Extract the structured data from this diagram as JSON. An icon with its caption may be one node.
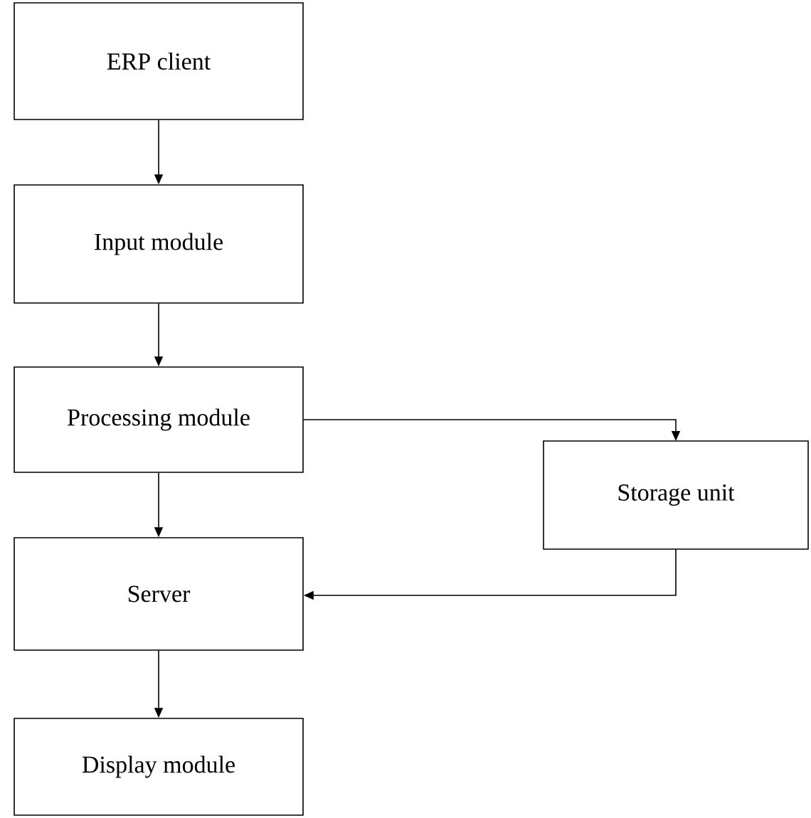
{
  "diagram": {
    "nodes": [
      {
        "text": [
          "ERP client"
        ]
      },
      {
        "text": [
          "Input module"
        ]
      },
      {
        "text": [
          "Processing module"
        ]
      },
      {
        "text": [
          "Storage unit"
        ]
      },
      {
        "text": [
          "Server"
        ]
      },
      {
        "text": [
          "Display module"
        ]
      }
    ],
    "edges": [
      {
        "from": 0,
        "to": 1,
        "arrow": "to"
      },
      {
        "from": 1,
        "to": 2,
        "arrow": "to"
      },
      {
        "from": 2,
        "to": 4,
        "arrow": "to"
      },
      {
        "from": 2,
        "to": 3,
        "arrow": "to"
      },
      {
        "from": 3,
        "to": 4,
        "arrow": "to"
      },
      {
        "from": 4,
        "to": 5,
        "arrow": "to"
      }
    ]
  }
}
